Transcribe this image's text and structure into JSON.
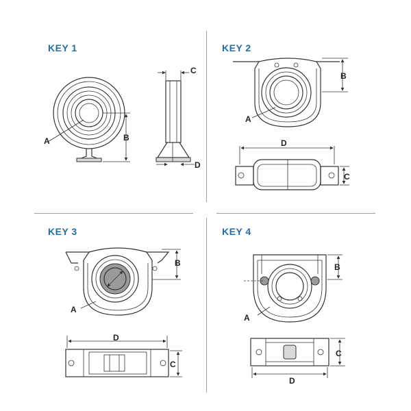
{
  "keys": [
    {
      "title": "KEY 1",
      "labels": {
        "a": "A",
        "b": "B",
        "c": "C",
        "d": "D"
      }
    },
    {
      "title": "KEY 2",
      "labels": {
        "a": "A",
        "b": "B",
        "c": "C",
        "d": "D"
      }
    },
    {
      "title": "KEY 3",
      "labels": {
        "a": "A",
        "b": "B",
        "c": "C",
        "d": "D"
      }
    },
    {
      "title": "KEY 4",
      "labels": {
        "a": "A",
        "b": "B",
        "c": "C",
        "d": "D"
      }
    }
  ],
  "colors": {
    "title": "#1f6fa8",
    "line": "#333333",
    "divider": "#9aa3ad"
  }
}
